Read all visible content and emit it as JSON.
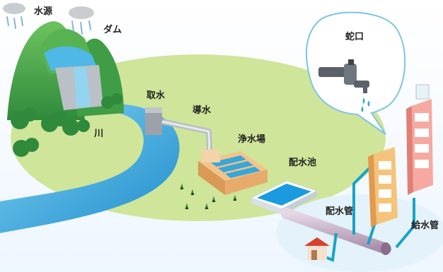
{
  "labels": {
    "suigen": "水源",
    "dam": "ダム",
    "kawa": "川",
    "shusui": "取水",
    "dousui": "導水",
    "jousuijou": "浄水場",
    "haisuichi": "配水池",
    "haisuikan": "配水管",
    "kyuusuikan": "給水管",
    "jaguchi": "蛇口"
  },
  "icons": {
    "rain": "rain-cloud-icon",
    "faucet": "faucet-icon",
    "house": "house-icon"
  },
  "colors": {
    "ground": "#cfe59a",
    "river": "#3aa6d8",
    "mountain": "#4aa84c",
    "pipe": "#c7b3c9",
    "water_pipe": "#1aa3c8",
    "building_orange": "#f5c37a",
    "building_pink": "#f6a9a0"
  }
}
